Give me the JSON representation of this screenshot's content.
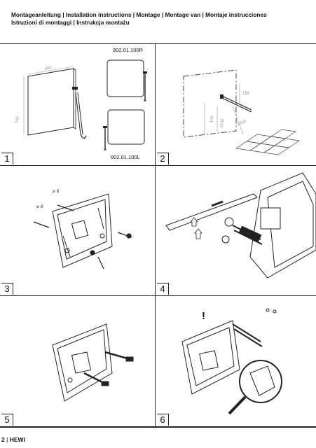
{
  "header": {
    "line1": "Montageanleitung | Installation instructions | Montage | Montage van | Montaje instrucciones",
    "line2": "Istruzioni di montaggi | Instrukcja montażu"
  },
  "panels": [
    {
      "number": "1",
      "codes": [
        "802.01.100R",
        "802.01.100L"
      ],
      "dims": [
        "580",
        "540"
      ]
    },
    {
      "number": "2",
      "dims": [
        "154",
        "109",
        "1100",
        "~1200"
      ]
    },
    {
      "number": "3",
      "diameters": [
        "⌀ 8",
        "⌀ 8"
      ]
    },
    {
      "number": "4"
    },
    {
      "number": "5"
    },
    {
      "number": "6",
      "warning": "!"
    }
  ],
  "footer": {
    "page": "2",
    "separator": "|",
    "brand": "HEWI"
  },
  "colors": {
    "line": "#222222",
    "dimension": "#999999",
    "background": "#ffffff"
  }
}
